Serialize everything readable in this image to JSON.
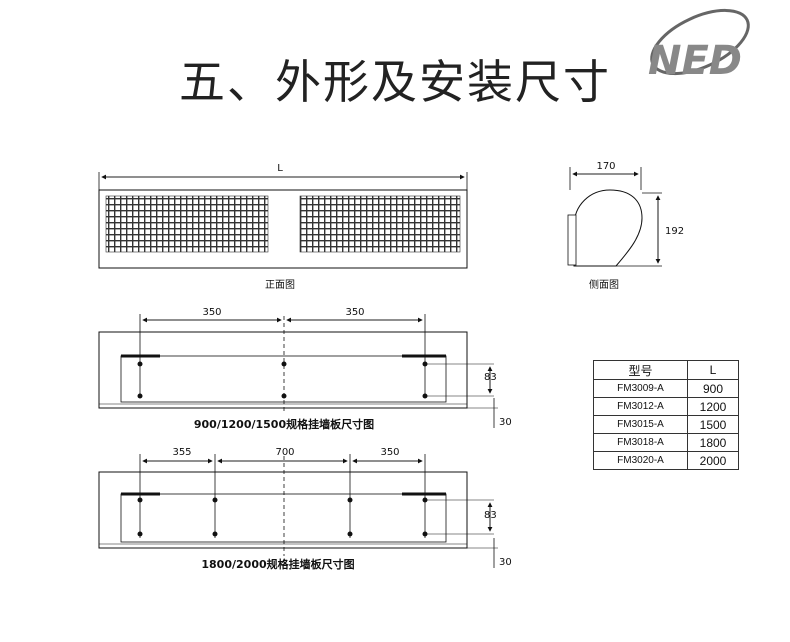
{
  "slide": {
    "title": "五、外形及安装尺寸"
  },
  "logo": {
    "text": "NED"
  },
  "front_view": {
    "dimension_label": "L",
    "caption": "正面图"
  },
  "side_view": {
    "width_label": "170",
    "height_label": "192",
    "caption": "侧面图"
  },
  "plate_small": {
    "dims": [
      "350",
      "350"
    ],
    "height_label": "83",
    "bottom_label": "30",
    "caption": "900/1200/1500规格挂墙板尺寸图"
  },
  "plate_large": {
    "dims": [
      "355",
      "700",
      "350"
    ],
    "height_label": "83",
    "bottom_label": "30",
    "caption": "1800/2000规格挂墙板尺寸图"
  },
  "spec_table": {
    "headers": [
      "型号",
      "L"
    ],
    "rows": [
      {
        "model": "FM3009-A",
        "length": "900"
      },
      {
        "model": "FM3012-A",
        "length": "1200"
      },
      {
        "model": "FM3015-A",
        "length": "1500"
      },
      {
        "model": "FM3018-A",
        "length": "1800"
      },
      {
        "model": "FM3020-A",
        "length": "2000"
      }
    ]
  }
}
